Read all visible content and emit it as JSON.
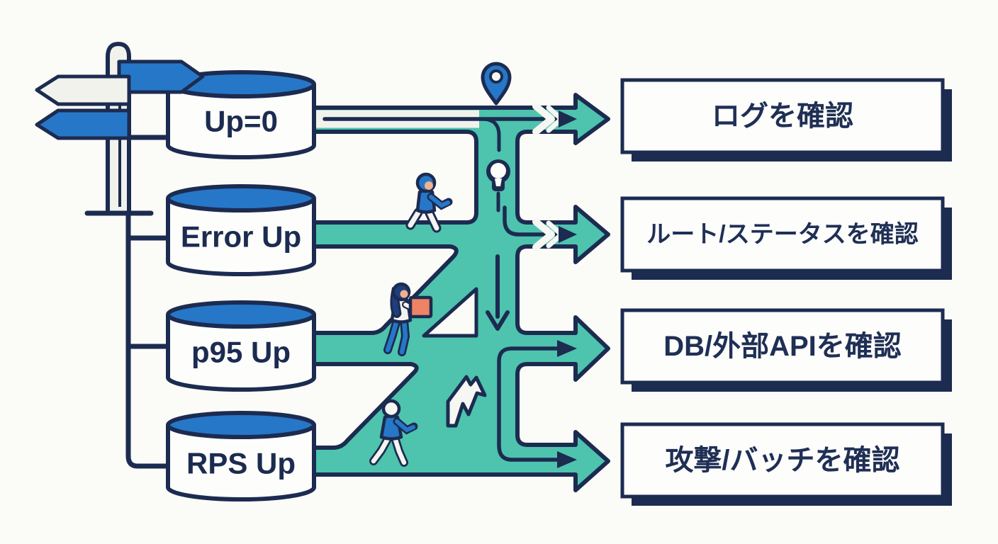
{
  "metrics": [
    {
      "id": "up0",
      "label": "Up=0"
    },
    {
      "id": "error",
      "label": "Error Up"
    },
    {
      "id": "p95",
      "label": "p95 Up"
    },
    {
      "id": "rps",
      "label": "RPS Up"
    }
  ],
  "actions": [
    {
      "id": "logs",
      "label": "ログを確認"
    },
    {
      "id": "routes",
      "label": "ルート/ステータスを確認"
    },
    {
      "id": "db",
      "label": "DB/外部APIを確認"
    },
    {
      "id": "attack",
      "label": "攻撃/バッチを確認"
    }
  ],
  "icons": [
    "signpost-icon",
    "map-pin-icon",
    "lightbulb-icon",
    "down-arrow-icon",
    "chevron-right-icon",
    "triangle-yield-icon",
    "navigation-arrow-icon",
    "walking-person-icon",
    "person-carrying-box-icon",
    "walking-person-icon"
  ],
  "colors": {
    "navy": "#1c2b50",
    "teal": "#4ec3ae",
    "blue": "#2677c8",
    "offwhite": "#f2f2ed",
    "white": "#fdfdfb",
    "background": "#fbfbf8",
    "skin": "#f0b28e",
    "box_orange": "#ee8365",
    "hair_navy": "#1e3f7d"
  }
}
